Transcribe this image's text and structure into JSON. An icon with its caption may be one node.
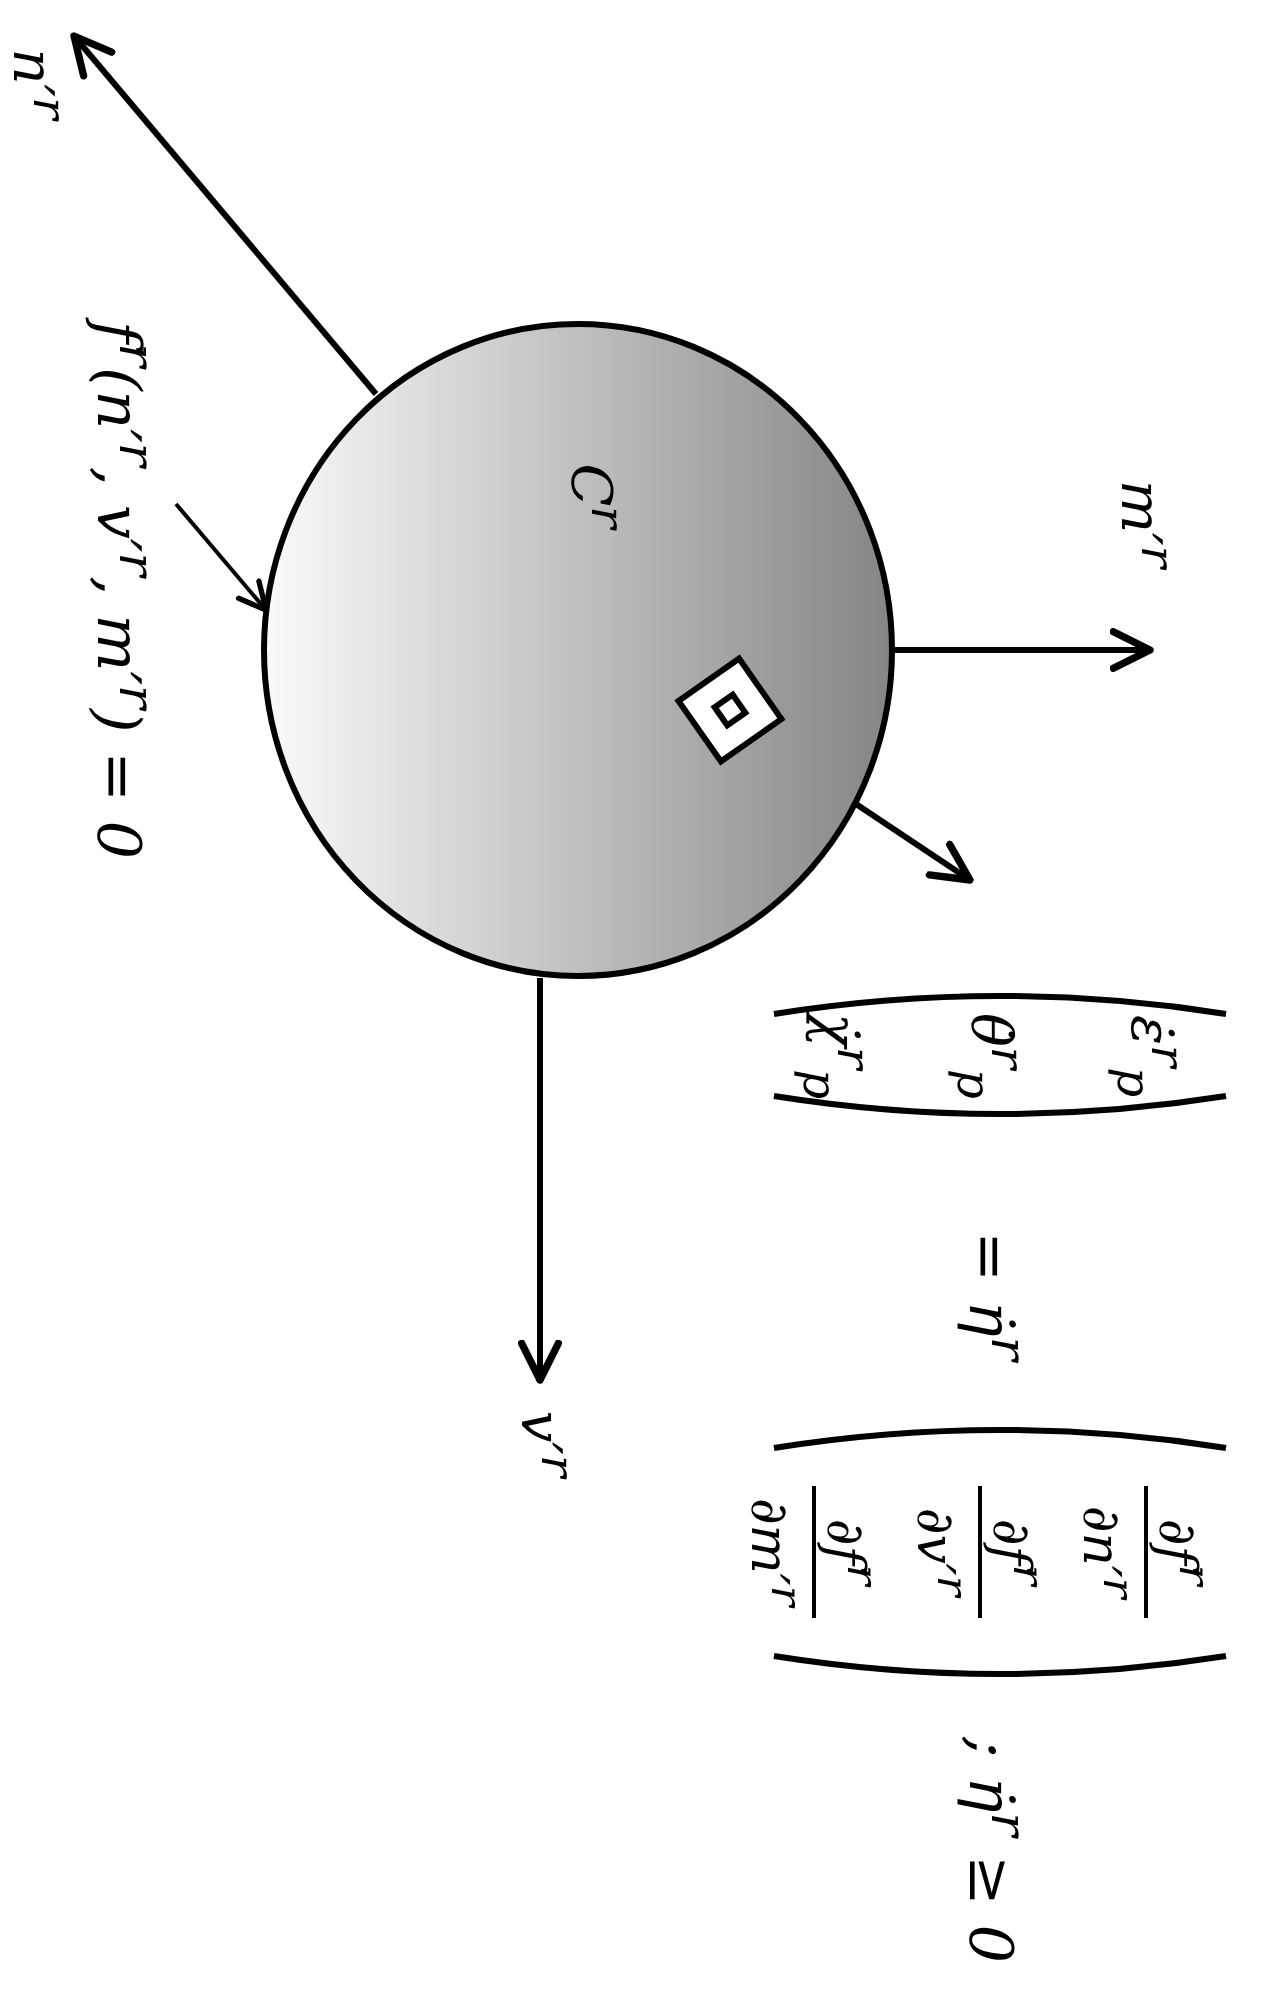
{
  "diagram": {
    "nodes": [
      {
        "text": [
          "C$^{r}$"
        ]
      },
      {
        "text": [],
        "shape": "box",
        "in": 0
      },
      {
        "text": [
          "f$^{r}$(n′$^{r}$, v′$^{r}$, m′$^{r}$) = 0"
        ]
      }
    ],
    "edges": [
      {
        "from": 2,
        "to": 0,
        "arrow": "to"
      },
      {
        "from": 1,
        "to": null,
        "arrow": "to"
      }
    ],
    "labels": [
      "n′$^{r}$",
      "m′$^{r}$",
      "v′$^{r}$",
      "ε̇$^{r}$$_{p}$",
      "θ̇$^{r}$$_{p}$",
      "χ̇$^{r}$$_{p}$",
      "= η̇$^{r}$",
      "∂f$^{r}$",
      "∂n′$^{r}$",
      "∂f$^{r}$",
      "∂v′$^{r}$",
      "∂f$^{r}$",
      "∂m′$^{r}$",
      "; η̇$^{r}$ ≥ 0"
    ]
  }
}
